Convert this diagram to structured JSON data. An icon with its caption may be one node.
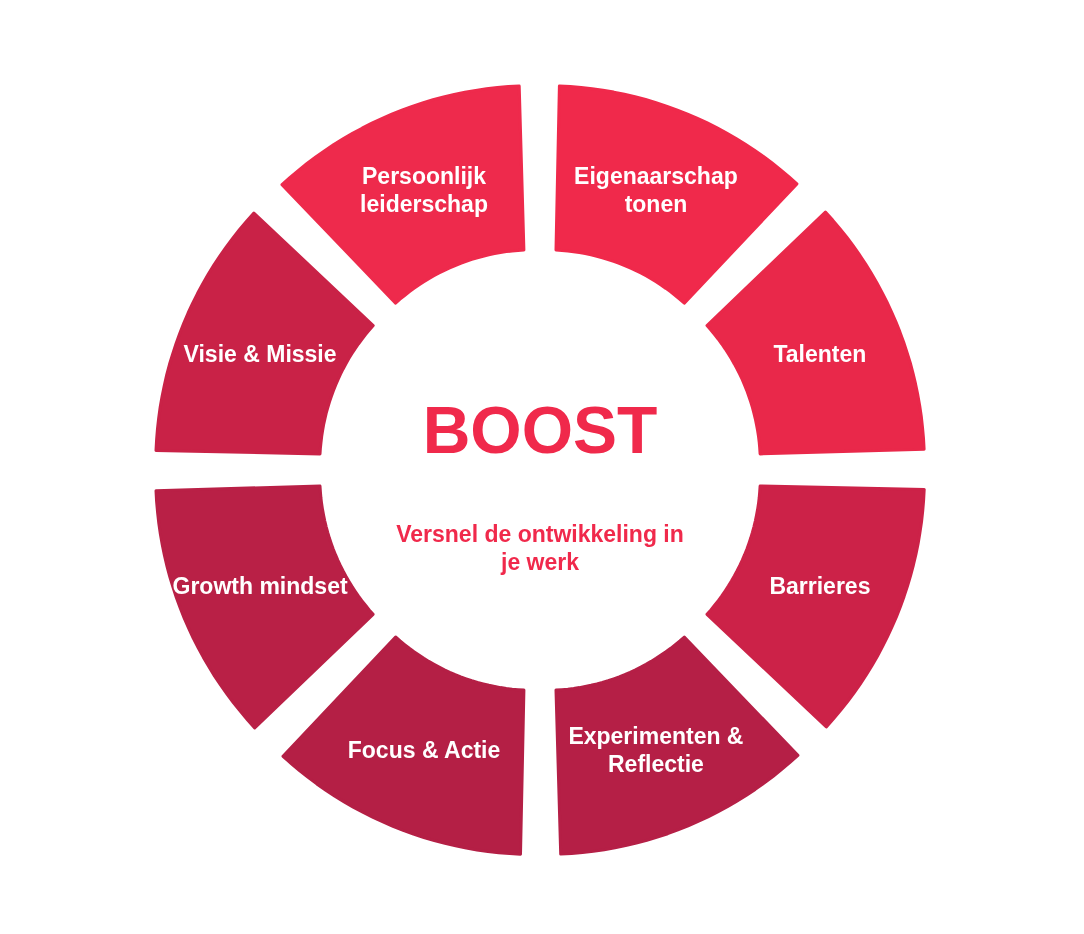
{
  "diagram": {
    "nodes": [
      {
        "text": [
          "BOOST",
          "Versnel de ontwikkeling in je werk"
        ]
      },
      {
        "text": [
          "Persoonlijk leiderschap"
        ]
      },
      {
        "text": [
          "Eigenaarschap tonen"
        ]
      },
      {
        "text": [
          "Talenten"
        ]
      },
      {
        "text": [
          "Barrieres"
        ]
      },
      {
        "text": [
          "Experimenten & Reflectie"
        ]
      },
      {
        "text": [
          "Focus & Actie"
        ]
      },
      {
        "text": [
          "Growth mindset"
        ]
      },
      {
        "text": [
          "Visie & Missie"
        ]
      }
    ],
    "edges": []
  }
}
